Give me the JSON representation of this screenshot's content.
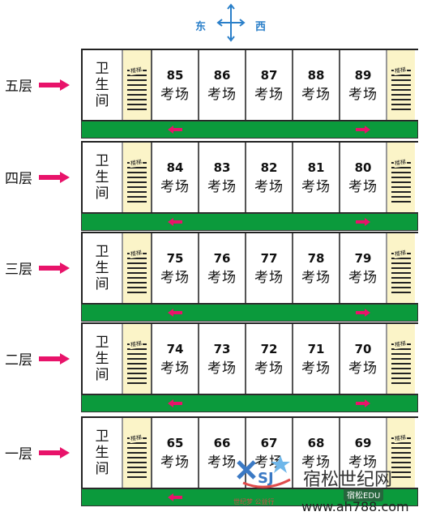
{
  "compass": {
    "east": "东",
    "west": "西"
  },
  "room_label": "考场",
  "toilet_label": [
    "卫",
    "生",
    "间"
  ],
  "stair_sign": "楼梯",
  "floors": [
    {
      "label": "五层",
      "rooms": [
        "85",
        "86",
        "87",
        "88",
        "89"
      ]
    },
    {
      "label": "四层",
      "rooms": [
        "84",
        "83",
        "82",
        "81",
        "80"
      ]
    },
    {
      "label": "三层",
      "rooms": [
        "75",
        "76",
        "77",
        "78",
        "79"
      ]
    },
    {
      "label": "二层",
      "rooms": [
        "74",
        "73",
        "72",
        "71",
        "70"
      ]
    },
    {
      "label": "一层",
      "rooms": [
        "65",
        "66",
        "67",
        "68",
        "69"
      ]
    }
  ],
  "colors": {
    "corridor": "#0b9a3c",
    "arrow": "#e8136a",
    "stair": "#fbf4c8",
    "compass": "#2a7fc9"
  },
  "watermark": {
    "brand": "宿松世纪网",
    "badge": "宿松EDU",
    "url": "www.ah788.com",
    "tagline": "世纪梦 公益行"
  }
}
